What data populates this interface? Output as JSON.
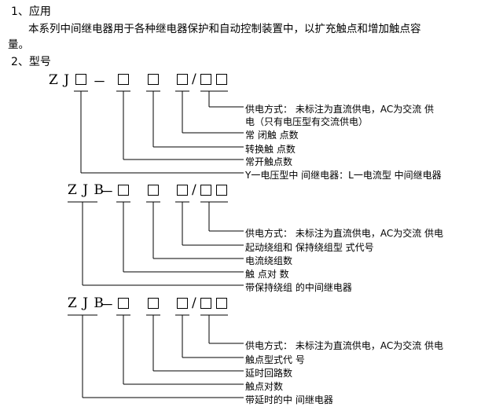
{
  "section1": {
    "heading": "1、应用",
    "para_line1": "本系列中间继电器用于各种继电器保护和自动控制装置中，以扩充触点和增加触点容",
    "para_line2": "量。"
  },
  "section2": {
    "heading": "2、型号"
  },
  "diagrams": [
    {
      "prefix": "Z J",
      "dash": "－",
      "slash": "/",
      "labels": [
        "供电方式： 未标注为直流供电，AC为交流 供",
        "电（只有电压型有交流供电）",
        "常 闭触 点数",
        "转换触 点数",
        "常开触点数",
        "Y一电压型中 间继电器：L一电流型 中间继电器"
      ]
    },
    {
      "prefix": "Z J B",
      "dash": "－",
      "slash": "/",
      "labels": [
        "供电方式： 未标注为直流供电，AC为交流 供电",
        "起动绕组和 保持绕组型 式代号",
        "电流绕组数",
        "触 点对 数",
        "带保持绕组 的中间继电器"
      ]
    },
    {
      "prefix": "Z J B",
      "dash": "－",
      "slash": "/",
      "labels": [
        "供电方式： 未标注为直流供电，AC为交流 供电",
        "触点型式代 号",
        "延时回路数",
        "触点对数",
        "带延时的中 间继电器"
      ]
    }
  ]
}
